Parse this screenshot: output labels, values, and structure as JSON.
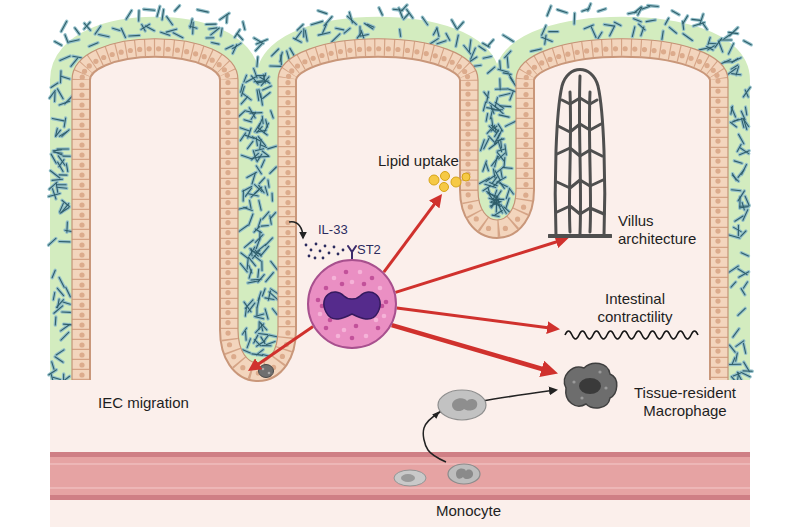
{
  "diagram": {
    "nodes": [
      {
        "text": [
          "ST2"
        ]
      },
      {
        "text": [
          "Lipid uptake"
        ]
      },
      {
        "text": [
          "Villus architecture"
        ]
      },
      {
        "text": [
          "Intestinal contractility"
        ]
      },
      {
        "text": [
          "Tissue-resident Macrophage"
        ]
      },
      {
        "text": [
          "IEC migration"
        ]
      },
      {
        "text": [
          "Monocyte"
        ]
      }
    ],
    "edges": [
      {
        "from": 0,
        "to": 1,
        "arrow": "to"
      },
      {
        "from": 0,
        "to": 2,
        "arrow": "to"
      },
      {
        "from": 0,
        "to": 3,
        "arrow": "to"
      },
      {
        "from": 0,
        "to": 4,
        "arrow": "to"
      },
      {
        "from": 0,
        "to": 5,
        "arrow": "to"
      },
      {
        "from": 6,
        "to": 4,
        "arrow": "to"
      }
    ],
    "labels": [
      "IL-33"
    ]
  }
}
